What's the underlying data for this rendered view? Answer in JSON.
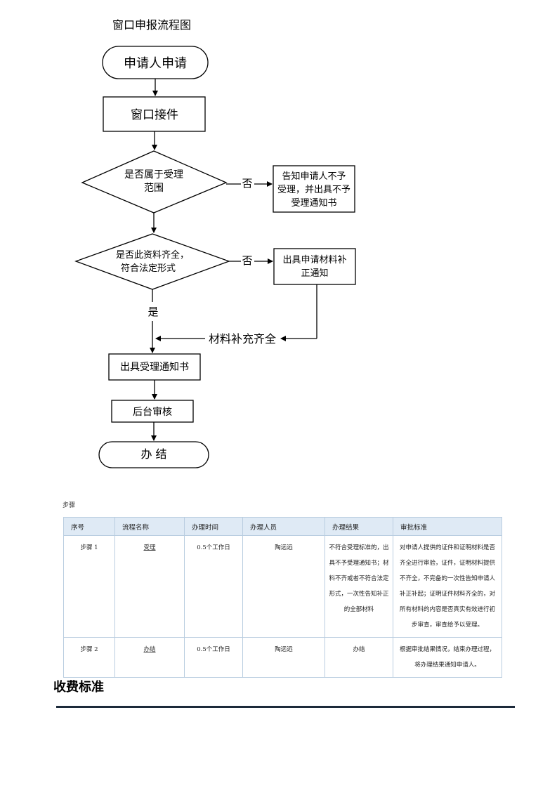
{
  "flowchart": {
    "title": "窗口申报流程图",
    "nodes": {
      "start": "申请人申请",
      "receive": "窗口接件",
      "decision1_line1": "是否属于受理",
      "decision1_line2": "范围",
      "notice1_line1": "告知申请人不予",
      "notice1_line2": "受理，并出具不予",
      "notice1_line3": "受理通知书",
      "decision2_line1": "是否此资料齐全，",
      "decision2_line2": "符合法定形式",
      "notice2_line1": "出具申请材料补",
      "notice2_line2": "正通知",
      "accept": "出具受理通知书",
      "review": "后台审核",
      "end": "办 结"
    },
    "edges": {
      "no1": "否",
      "no2": "否",
      "yes": "是",
      "supplement": "材料补充齐全"
    }
  },
  "steps_section": {
    "label": "步骤",
    "headers": [
      "序号",
      "流程名称",
      "办理时间",
      "办理人员",
      "办理结果",
      "审批标准"
    ],
    "rows": [
      {
        "no": "步骤 1",
        "name": "受理",
        "time": "0.5个工作日",
        "person": "陶远远",
        "result": "不符合受理标准的，出具不予受理通知书；材料不齐或者不符合法定形式，一次性告知补正的全部材料",
        "standard": "对申请人提供的证件和证明材料是否齐全进行审验，证件，证明材料提供不齐全，不完备的一次性告知申请人补正补起；证明证件材料齐全的，对所有材料的内容是否真实有效进行初步审查，审查给予以受理。"
      },
      {
        "no": "步骤 2",
        "name": "办结",
        "time": "0.5个工作日",
        "person": "陶远远",
        "result": "办结",
        "standard": "根据审批结果情况，结束办理过程，将办理结果通知申请人。"
      }
    ]
  },
  "fee_section": {
    "heading": "收费标准"
  }
}
